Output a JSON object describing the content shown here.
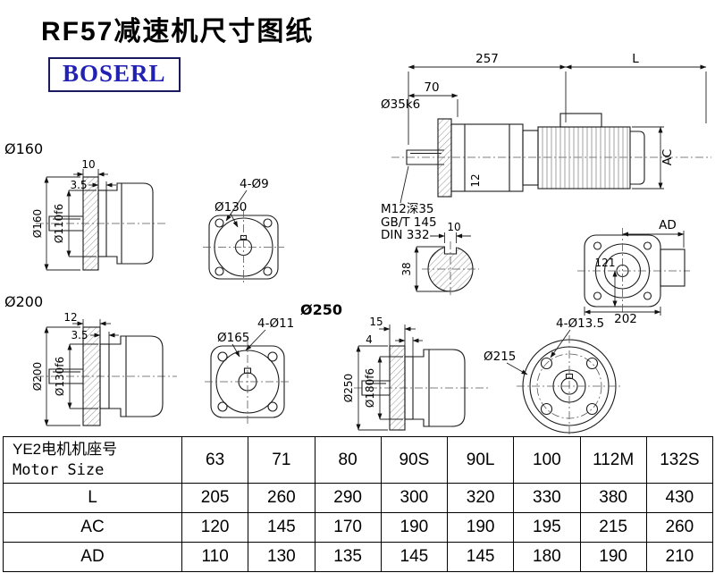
{
  "page": {
    "title": "RF57减速机尺寸图纸",
    "logo_text": "BOSERL"
  },
  "main_view": {
    "dim_257": "257",
    "dim_l": "L",
    "dim_70": "70",
    "shaft_dim": "Ø35k6",
    "dim_ac": "AC",
    "dim_12": "12",
    "note_line1": "M12深35",
    "note_line2": "GB/T 145",
    "note_line3": "DIN 332"
  },
  "view_160": {
    "label": "Ø160",
    "dim_flange_width": "10",
    "dim_pilot_depth": "3.5",
    "dim_outer": "Ø160",
    "dim_pilot": "Ø110f6"
  },
  "flange_130": {
    "dim_bolt_holes": "4-Ø9",
    "dim_bolt_circle": "Ø130"
  },
  "shaft_section": {
    "dim_key_width": "10",
    "dim_height": "38"
  },
  "view_ad": {
    "dim_ad": "AD",
    "dim_121": "121",
    "dim_202": "202"
  },
  "view_200": {
    "label": "Ø200",
    "dim_flange_width": "12",
    "dim_pilot_depth": "3.5",
    "dim_outer": "Ø200",
    "dim_pilot": "Ø130f6"
  },
  "flange_165": {
    "dim_bolt_holes": "4-Ø11",
    "dim_bolt_circle": "Ø165"
  },
  "view_250": {
    "label": "Ø250",
    "dim_flange_width": "15",
    "dim_pilot_depth": "4",
    "dim_outer": "Ø250",
    "dim_pilot": "Ø180f6"
  },
  "flange_215": {
    "dim_bolt_holes": "4-Ø13.5",
    "dim_bolt_circle": "Ø215"
  },
  "table": {
    "header_cn": "YE2电机机座号",
    "header_en": "Motor Size",
    "columns": [
      "63",
      "71",
      "80",
      "90S",
      "90L",
      "100",
      "112M",
      "132S"
    ],
    "rows": [
      {
        "label": "L",
        "values": [
          "205",
          "260",
          "290",
          "300",
          "320",
          "330",
          "380",
          "430"
        ]
      },
      {
        "label": "AC",
        "values": [
          "120",
          "145",
          "170",
          "190",
          "190",
          "195",
          "215",
          "260"
        ]
      },
      {
        "label": "AD",
        "values": [
          "110",
          "130",
          "135",
          "145",
          "145",
          "180",
          "190",
          "210"
        ]
      }
    ]
  }
}
